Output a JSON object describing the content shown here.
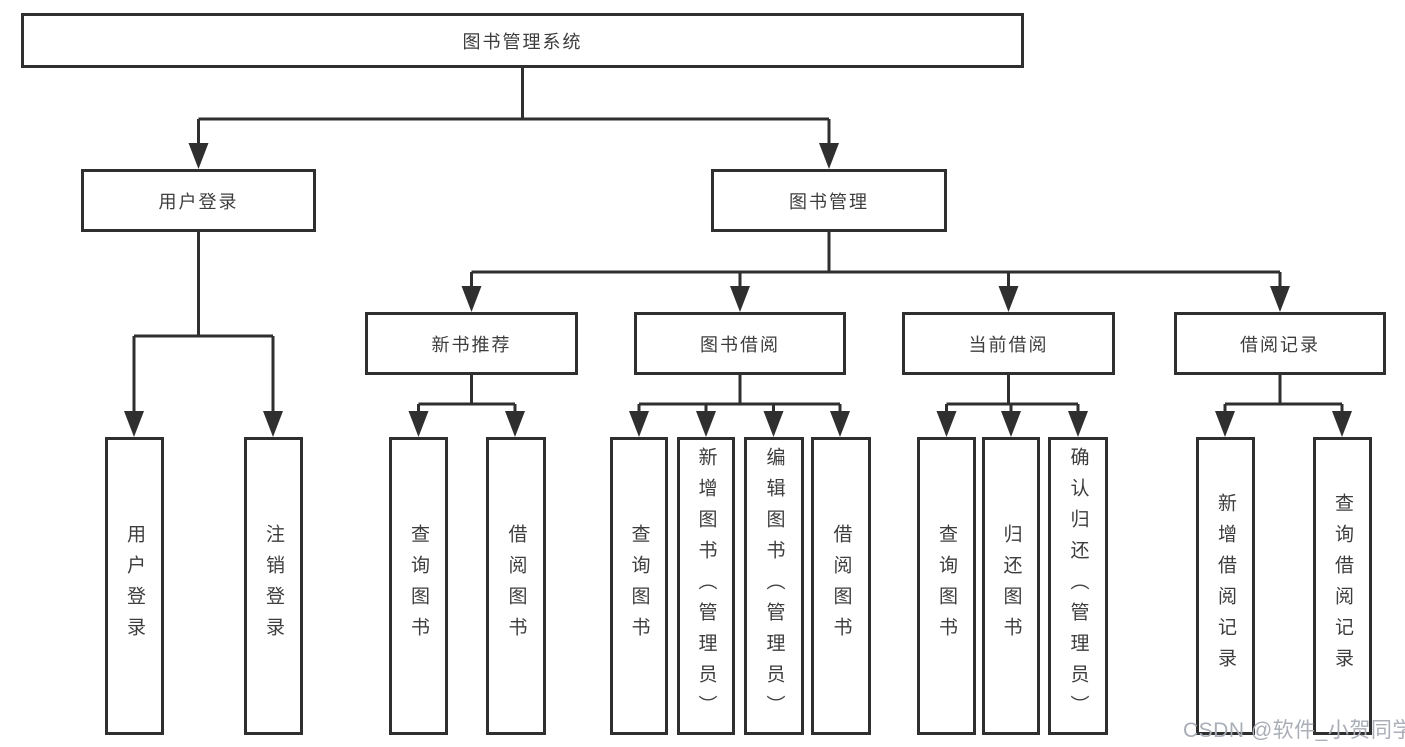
{
  "colors": {
    "line": "#2f2f2f",
    "text": "#3d3d3d",
    "background": "#ffffff",
    "watermark": "#a9aeb7"
  },
  "watermark": "CSDN @软件_小贺同学",
  "diagram": {
    "root": "图书管理系统",
    "nodes": [
      {
        "label": "用户登录",
        "children": [
          "用户登录",
          "注销登录"
        ]
      },
      {
        "label": "图书管理",
        "children": [
          {
            "label": "新书推荐",
            "children": [
              "查询图书",
              "借阅图书"
            ]
          },
          {
            "label": "图书借阅",
            "children": [
              "查询图书",
              "新增图书（管理员）",
              "编辑图书（管理员）",
              "借阅图书"
            ]
          },
          {
            "label": "当前借阅",
            "children": [
              "查询图书",
              "归还图书",
              "确认归还（管理员）"
            ]
          },
          {
            "label": "借阅记录",
            "children": [
              "新增借阅记录",
              "查询借阅记录"
            ]
          }
        ]
      }
    ]
  }
}
